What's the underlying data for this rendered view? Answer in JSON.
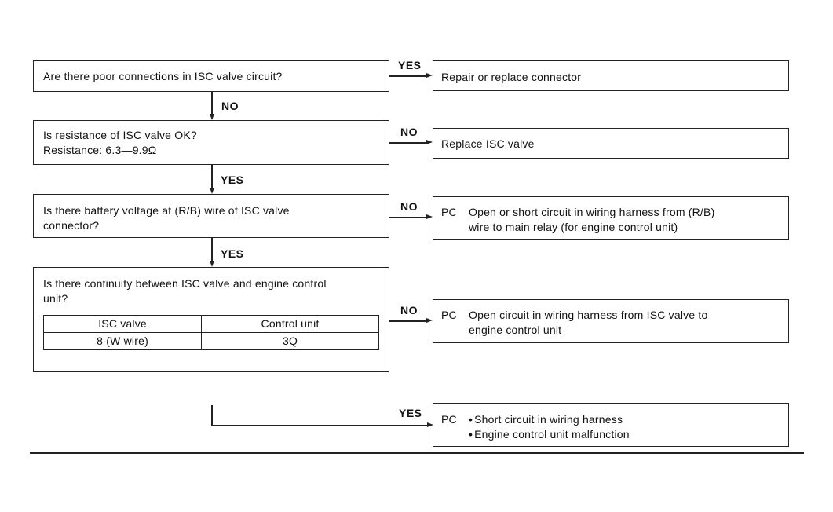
{
  "steps": {
    "q1": "Are there poor connections in ISC valve circuit?",
    "q2_line1": "Is resistance of ISC valve OK?",
    "q2_line2": "Resistance: 6.3—9.9Ω",
    "q3_line1": "Is there battery voltage at (R/B) wire of ISC valve",
    "q3_line2": "connector?",
    "q4_line1": "Is there continuity between ISC valve and engine control",
    "q4_line2": "unit?"
  },
  "continuity_table": {
    "headers": [
      "ISC valve",
      "Control unit"
    ],
    "row": [
      "8 (W wire)",
      "3Q"
    ]
  },
  "labels": {
    "yes": "YES",
    "no": "NO",
    "pc": "PC"
  },
  "results": {
    "r1": "Repair or replace connector",
    "r2": "Replace ISC valve",
    "r3_line1": "Open or short circuit in wiring harness from (R/B)",
    "r3_line2": "wire to main relay (for engine control unit)",
    "r4_line1": "Open circuit in wiring harness from ISC valve to",
    "r4_line2": "engine control unit",
    "r5_bullet1": "Short circuit in wiring harness",
    "r5_bullet2": "Engine control unit malfunction"
  }
}
